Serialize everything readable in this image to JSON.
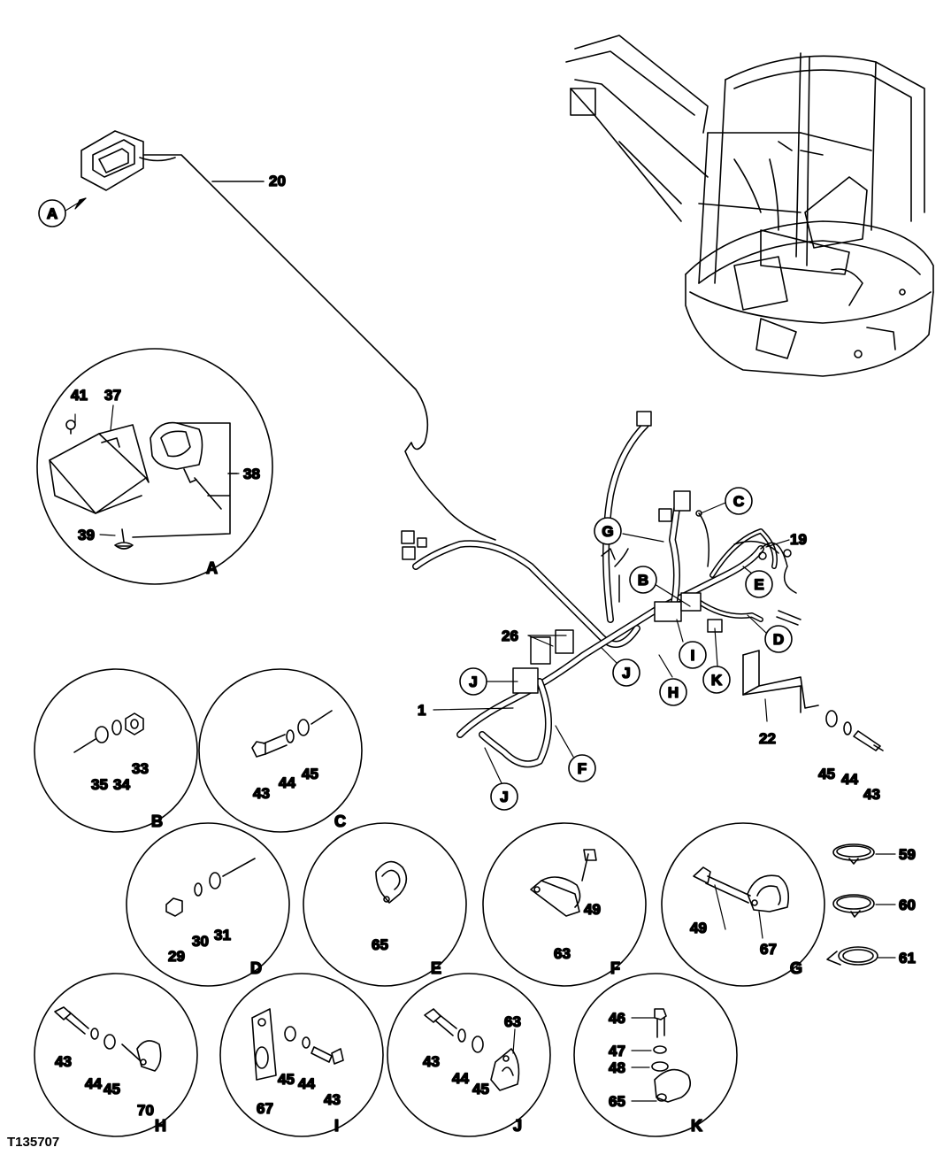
{
  "figure_id": "T135707",
  "colors": {
    "line": "#000000",
    "paper": "#ffffff",
    "fill_light": "#f3f3f3"
  },
  "main_callouts": {
    "A": "A",
    "B": "B",
    "C": "C",
    "D": "D",
    "E": "E",
    "F": "F",
    "G": "G",
    "H": "H",
    "I": "I",
    "J1": "J",
    "J2": "J",
    "J3": "J",
    "K": "K"
  },
  "main_numbers": {
    "n20": "20",
    "n19": "19",
    "n26": "26",
    "n1": "1",
    "n22": "22",
    "n45": "45",
    "n44": "44",
    "n43": "43"
  },
  "details": {
    "A": {
      "caption": "A",
      "n41": "41",
      "n37": "37",
      "n38": "38",
      "n39": "39"
    },
    "B": {
      "caption": "B",
      "n35": "35",
      "n34": "34",
      "n33": "33"
    },
    "C": {
      "caption": "C",
      "n43": "43",
      "n44": "44",
      "n45": "45"
    },
    "D": {
      "caption": "D",
      "n29": "29",
      "n30": "30",
      "n31": "31"
    },
    "E": {
      "caption": "E",
      "n65": "65"
    },
    "F": {
      "caption": "F",
      "n63": "63",
      "n49": "49"
    },
    "G": {
      "caption": "G",
      "n49": "49",
      "n67": "67"
    },
    "H": {
      "caption": "H",
      "n43": "43",
      "n44": "44",
      "n45": "45",
      "n70": "70"
    },
    "I": {
      "caption": "I",
      "n67": "67",
      "n45": "45",
      "n44": "44",
      "n43": "43"
    },
    "J": {
      "caption": "J",
      "n43": "43",
      "n44": "44",
      "n45": "45",
      "n63": "63"
    },
    "K": {
      "caption": "K",
      "n46": "46",
      "n47": "47",
      "n48": "48",
      "n65": "65"
    }
  },
  "side_clamps": {
    "n59": "59",
    "n60": "60",
    "n61": "61"
  }
}
